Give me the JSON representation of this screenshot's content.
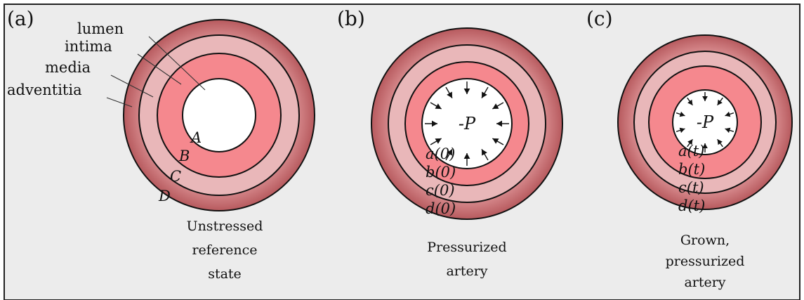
{
  "panels": [
    {
      "id": "a",
      "label": "(a)",
      "layer_labels": [
        "lumen",
        "intima",
        "media",
        "adventitia"
      ],
      "radius_labels": [
        "A",
        "B",
        "C",
        "D"
      ],
      "caption": [
        "Unstressed",
        "reference",
        "state"
      ]
    },
    {
      "id": "b",
      "label": "(b)",
      "pressure": "-P",
      "radius_labels": [
        "a(0)",
        "b(0)",
        "c(0)",
        "d(0)"
      ],
      "caption": [
        "Pressurized",
        "artery"
      ]
    },
    {
      "id": "c",
      "label": "(c)",
      "pressure": "-P",
      "radius_labels": [
        "a(t)",
        "b(t)",
        "c(t)",
        "d(t)"
      ],
      "caption": [
        "Grown,",
        "pressurized",
        "artery"
      ]
    }
  ],
  "colors": {
    "adventitia": "#c56b6e",
    "media": "#ecc3c5",
    "intima": "#f37e85",
    "lumen": "#ffffff",
    "panel_background": "#ececec"
  }
}
